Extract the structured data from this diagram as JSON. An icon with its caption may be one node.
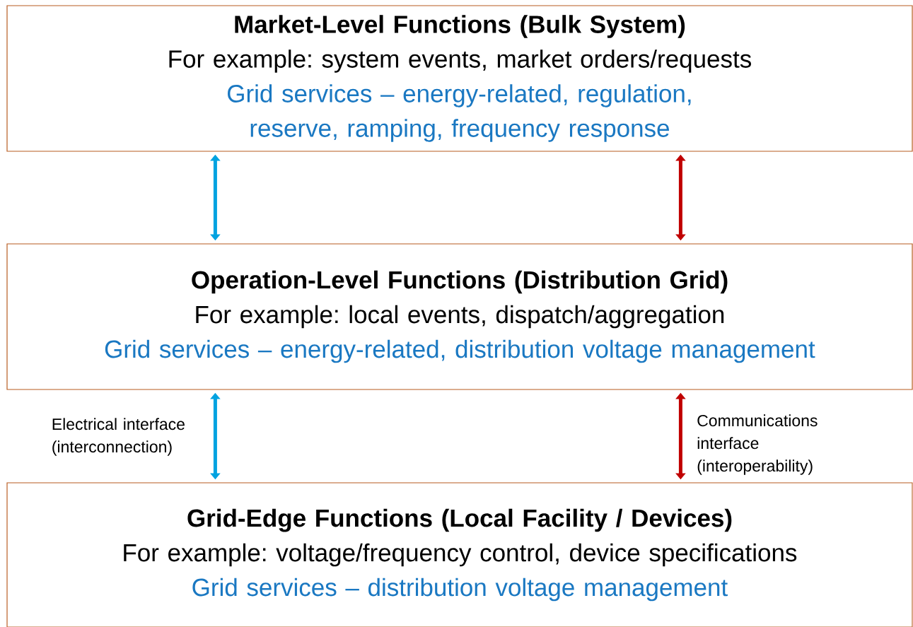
{
  "diagram": {
    "nodes": [
      {
        "text": [
          "Market-Level Functions (Bulk System)",
          "For example: system events, market orders/requests",
          "Grid services – energy-related, regulation, reserve, ramping, frequency response"
        ]
      },
      {
        "text": [
          "Operation-Level Functions (Distribution Grid)",
          "For example: local events, dispatch/aggregation",
          "Grid services – energy-related, distribution voltage management"
        ]
      },
      {
        "text": [
          "Grid-Edge Functions (Local Facility / Devices)",
          "For example: voltage/frequency control, device specifications",
          "Grid services – distribution voltage management"
        ]
      }
    ],
    "edges": [
      {
        "from": 0,
        "to": 1,
        "arrow": "both",
        "color": "#00a2e0"
      },
      {
        "from": 0,
        "to": 1,
        "arrow": "both",
        "color": "#c00000"
      },
      {
        "from": 1,
        "to": 2,
        "arrow": "both",
        "color": "#00a2e0",
        "label": "Electrical interface (interconnection)"
      },
      {
        "from": 1,
        "to": 2,
        "arrow": "both",
        "color": "#c00000",
        "label": "Communications interface (interoperability)"
      }
    ]
  }
}
